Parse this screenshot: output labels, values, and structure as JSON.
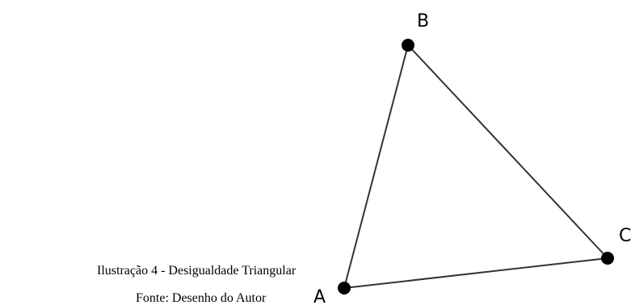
{
  "diagram": {
    "vertices": [
      {
        "id": "A",
        "label": "A"
      },
      {
        "id": "B",
        "label": "B"
      },
      {
        "id": "C",
        "label": "C"
      }
    ],
    "edges": [
      [
        "A",
        "B"
      ],
      [
        "B",
        "C"
      ],
      [
        "C",
        "A"
      ]
    ],
    "colors": {
      "line": "#333333",
      "point": "#000000"
    }
  },
  "caption": {
    "title": "Ilustração 4 - Desigualdade Triangular",
    "source": "Fonte: Desenho do Autor"
  }
}
